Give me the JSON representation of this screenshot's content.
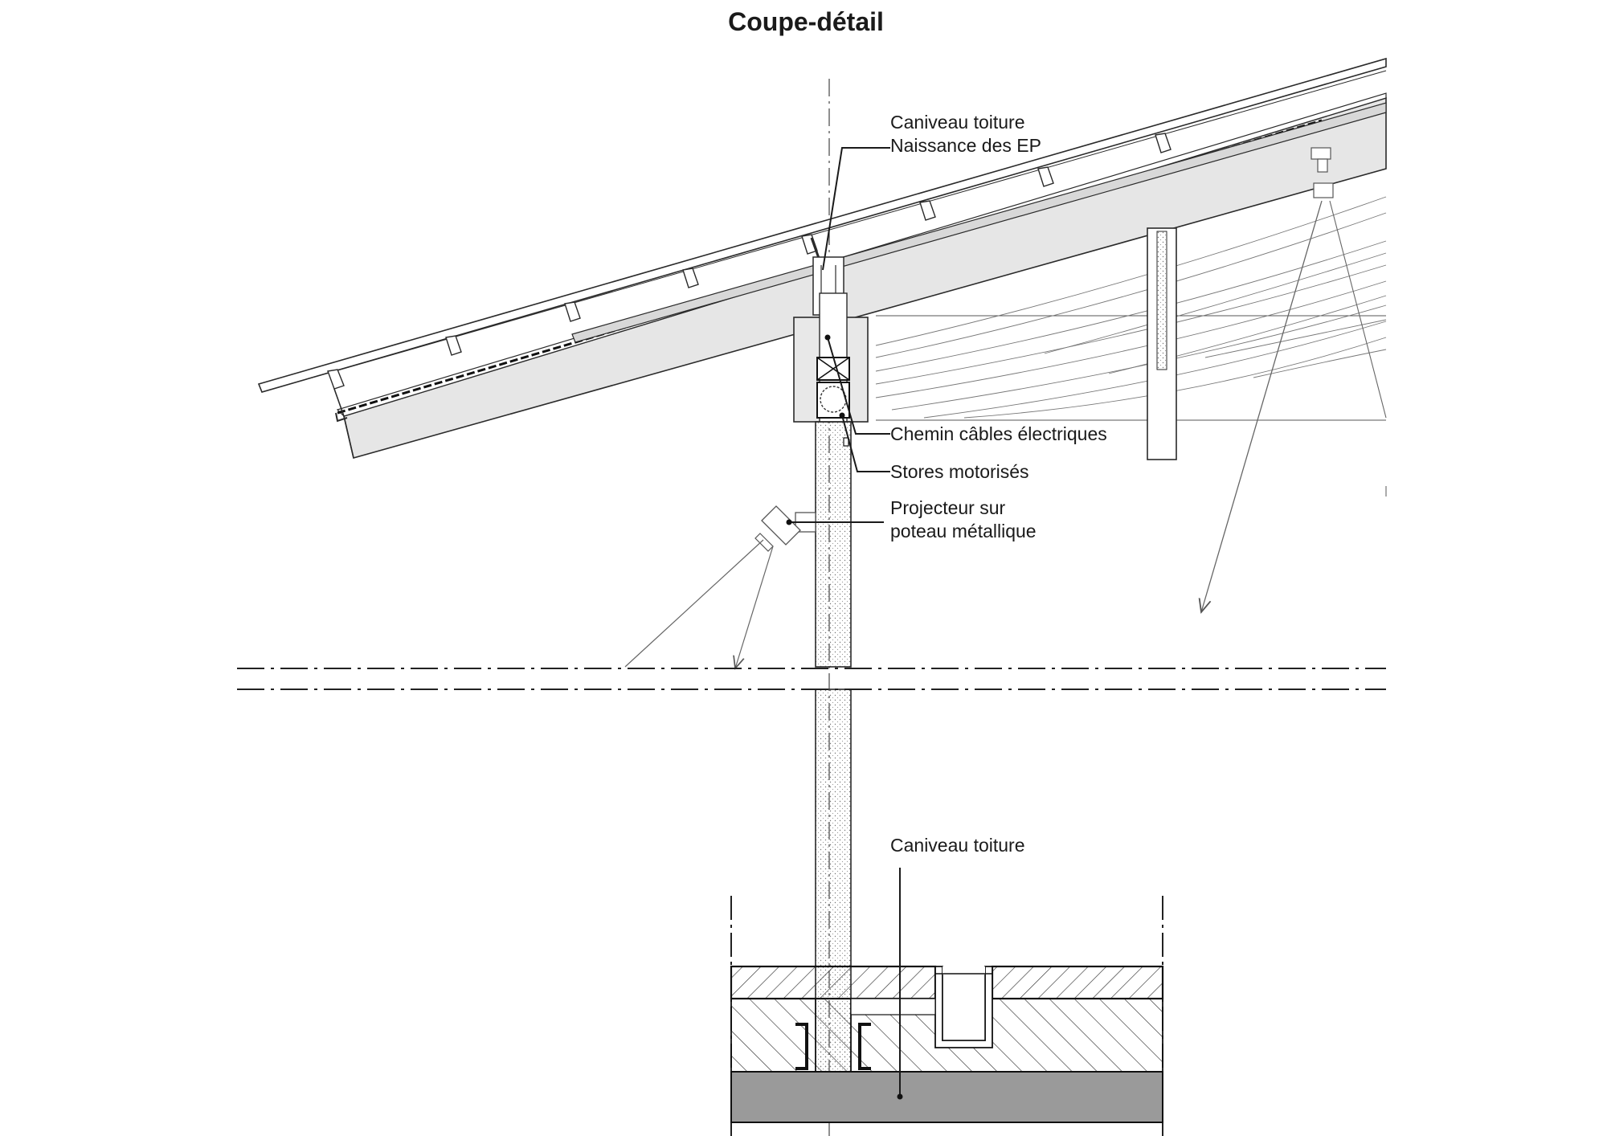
{
  "title": "Coupe-détail",
  "labels": {
    "gutter_top_line1": "Caniveau toiture",
    "gutter_top_line2": "Naissance des EP",
    "cable_tray": "Chemin câbles électriques",
    "blinds": "Stores motorisés",
    "projector_line1": "Projecteur sur",
    "projector_line2": "poteau métallique",
    "gutter_bottom": "Caniveau toiture"
  },
  "colors": {
    "line": "#2a2a2a",
    "roof_fill": "#e6e6e6",
    "floor_fill": "#9a9a9a",
    "column_fill": "#f0f0f0"
  }
}
